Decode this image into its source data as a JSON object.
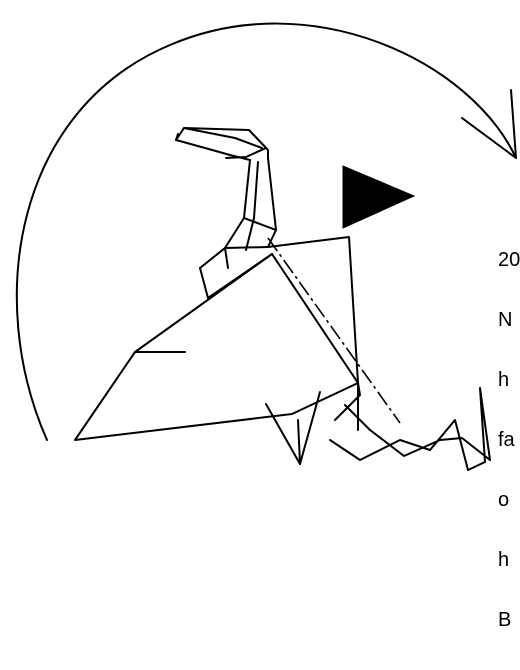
{
  "step": {
    "number": "20",
    "text_lines": [
      "N",
      "h",
      "fa",
      "o",
      "h",
      "B"
    ]
  },
  "symbols": {
    "arrow": "curved-arrow-icon",
    "push": "push-triangle-icon"
  },
  "colors": {
    "ink": "#000000",
    "paper": "#ffffff"
  }
}
